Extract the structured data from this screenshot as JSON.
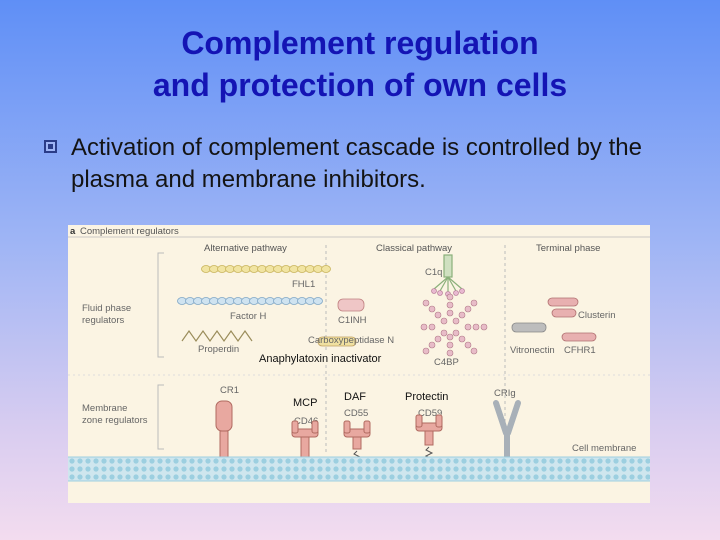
{
  "slide": {
    "title_line1": "Complement regulation",
    "title_line2": "and protection of own cells",
    "bullet": "Activation of complement cascade is controlled by the plasma and membrane inhibitors."
  },
  "figure": {
    "panel_label": "a",
    "panel_title": "Complement regulators",
    "columns": {
      "alternative": "Alternative pathway",
      "classical": "Classical pathway",
      "terminal": "Terminal phase"
    },
    "row_labels": {
      "fluid_1": "Fluid phase",
      "fluid_2": "regulators",
      "membrane_1": "Membrane",
      "membrane_2": "zone regulators"
    },
    "molecules": {
      "fhl1": "FHL1",
      "factor_h": "Factor H",
      "properdin": "Properdin",
      "c1q": "C1q",
      "c1inh": "C1INH",
      "carboxypeptidase": "Carboxypeptidase N",
      "c4bp": "C4BP",
      "clusterin": "Clusterin",
      "vitronectin": "Vitronectin",
      "cfhr1": "CFHR1",
      "cr1": "CR1",
      "cd46": "CD46",
      "cd55": "CD55",
      "cd59": "CD59",
      "crig": "CRIg",
      "cell_membrane": "Cell membrane"
    },
    "overlays": {
      "anaphylatoxin": "Anaphylatoxin inactivator",
      "mcp": "MCP",
      "daf": "DAF",
      "protectin": "Protectin"
    }
  }
}
